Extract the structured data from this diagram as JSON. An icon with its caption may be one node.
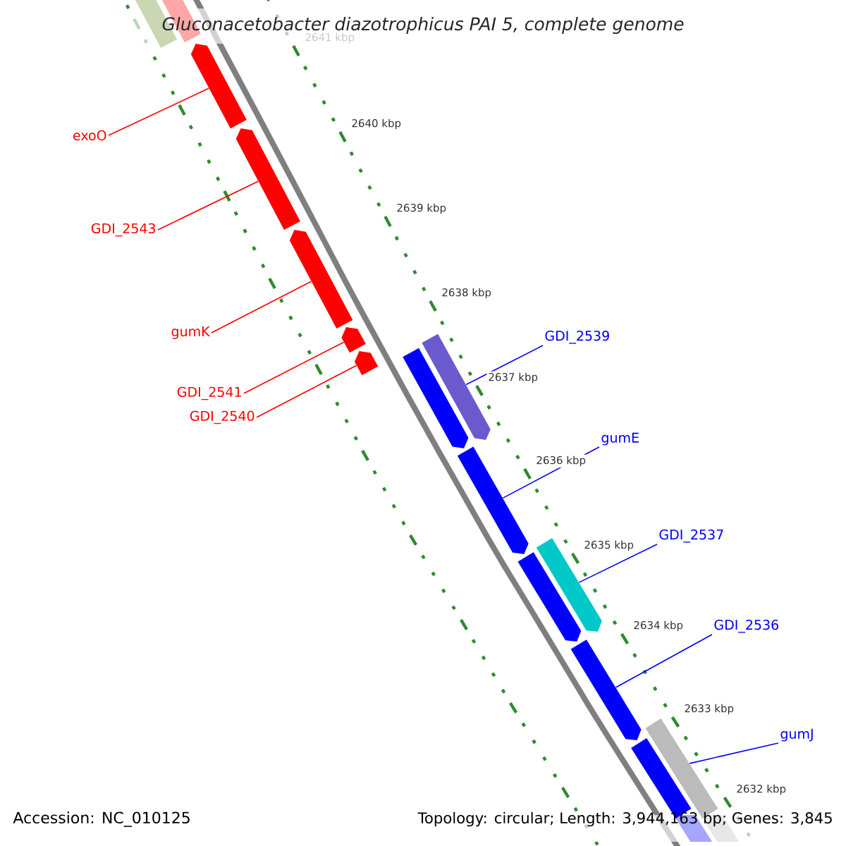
{
  "diagram": {
    "title": "Gluconacetobacter diazotrophicus PAI 5, complete genome",
    "nodes": [
      {
        "text": [],
        "shape": "bar"
      },
      {
        "text": [],
        "shape": "bar"
      },
      {
        "text": [],
        "shape": "bar"
      },
      {
        "text": [],
        "shape": "bar"
      },
      {
        "text": [],
        "shape": "bar"
      },
      {
        "text": [],
        "shape": "bar"
      },
      {
        "text": [],
        "shape": "bar"
      },
      {
        "text": [],
        "shape": "bar"
      },
      {
        "text": [],
        "shape": "bar"
      },
      {
        "text": [],
        "shape": "bar"
      },
      {
        "text": [],
        "shape": "bar"
      },
      {
        "text": [],
        "shape": "bar"
      },
      {
        "text": [],
        "shape": "bar"
      },
      {
        "text": [],
        "shape": "bar"
      },
      {
        "text": [],
        "shape": "bar"
      },
      {
        "text": [
          "exoO"
        ]
      },
      {
        "text": [
          "GDI_2543"
        ]
      },
      {
        "text": [
          "gumK"
        ]
      },
      {
        "text": [
          "GDI_2541"
        ]
      },
      {
        "text": [
          "GDI_2540"
        ]
      },
      {
        "text": [
          "GDI_2539"
        ]
      },
      {
        "text": [
          "gumE"
        ]
      },
      {
        "text": [
          "GDI_2537"
        ]
      },
      {
        "text": [
          "GDI_2536"
        ]
      },
      {
        "text": [
          "gumJ"
        ]
      }
    ],
    "edges": [
      {
        "from": 15,
        "to": 2,
        "arrow": "none",
        "color": "#ff0000"
      },
      {
        "from": 16,
        "to": 3,
        "arrow": "none",
        "color": "#ff0000"
      },
      {
        "from": 17,
        "to": 4,
        "arrow": "none",
        "color": "#ff0000"
      },
      {
        "from": 18,
        "to": 5,
        "arrow": "none",
        "color": "#ff0000"
      },
      {
        "from": 19,
        "to": 6,
        "arrow": "none",
        "color": "#ff0000"
      },
      {
        "from": 20,
        "to": 7,
        "arrow": "none",
        "color": "#0000ff"
      },
      {
        "from": 21,
        "to": 9,
        "arrow": "none",
        "color": "#0000ff"
      },
      {
        "from": 22,
        "to": 10,
        "arrow": "none",
        "color": "#0000ff"
      },
      {
        "from": 23,
        "to": 12,
        "arrow": "none",
        "color": "#0000ff"
      },
      {
        "from": 24,
        "to": 13,
        "arrow": "none",
        "color": "#0000ff"
      }
    ],
    "labels": [
      "2641 kbp",
      "2640 kbp",
      "2639 kbp",
      "2638 kbp",
      "2637 kbp",
      "2636 kbp",
      "2635 kbp",
      "2634 kbp",
      "2633 kbp",
      "2632 kbp",
      "Accession: NC_010125",
      "Topology: circular; Length: 3,944,163 bp; Genes: 3,845"
    ]
  }
}
